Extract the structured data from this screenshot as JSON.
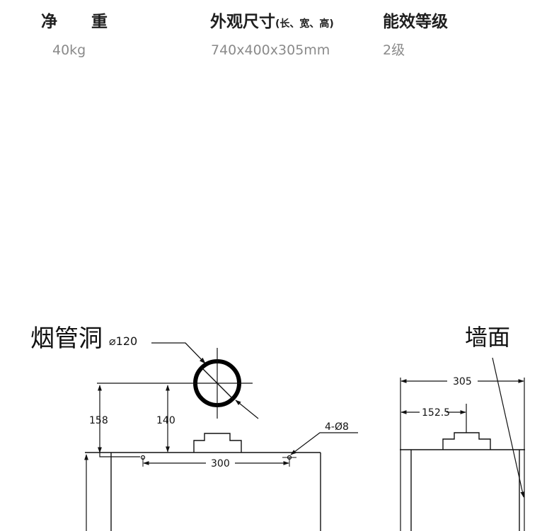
{
  "specs": {
    "weight": {
      "label_a": "净",
      "label_b": "重",
      "value": "40kg"
    },
    "dimensions": {
      "label": "外观尺寸",
      "label_suffix": "(长、宽、高)",
      "value": "740x400x305mm"
    },
    "energy": {
      "label": "能效等级",
      "value": "2级"
    }
  },
  "drawing": {
    "flue_hole_label": "烟管洞",
    "flue_hole_dia": "⌀120",
    "wall_label": "墙面",
    "dims": {
      "d158": "158",
      "d140": "140",
      "d300": "300",
      "holes": "4-Ø8",
      "d305": "305",
      "d1525": "152.5"
    }
  }
}
